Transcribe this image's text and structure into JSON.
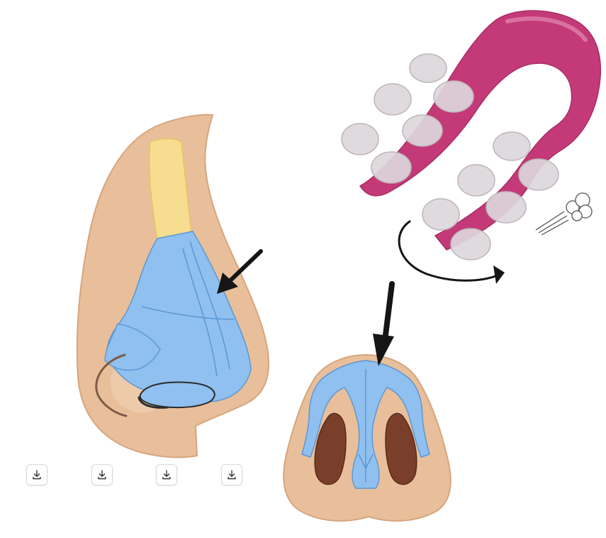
{
  "colors": {
    "skin": "#e8bf9a",
    "skin_outline": "#d7a57e",
    "skin_shadow": "#f0d2b6",
    "cartilage_blue": "#8fc0ef",
    "cartilage_outline": "#5d97d3",
    "bone_yellow": "#f7dd8f",
    "bone_outline": "#e8c46a",
    "nostril": "#7a3f2a",
    "clip_pink": "#c43a78",
    "clip_pink_light": "#e48ab1",
    "roller_clear": "#dcd7db",
    "roller_outline": "#bdb5ba",
    "arrow": "#151515"
  },
  "icons": {
    "download": "download-icon",
    "rotation": "rotation-arrow-icon",
    "air_puff": "air-puff-icon"
  },
  "toolbar": {
    "buttons": [
      {
        "name": "download-button-1",
        "icon": "download-icon"
      },
      {
        "name": "download-button-2",
        "icon": "download-icon"
      },
      {
        "name": "download-button-3",
        "icon": "download-icon"
      },
      {
        "name": "download-button-4",
        "icon": "download-icon"
      }
    ]
  }
}
